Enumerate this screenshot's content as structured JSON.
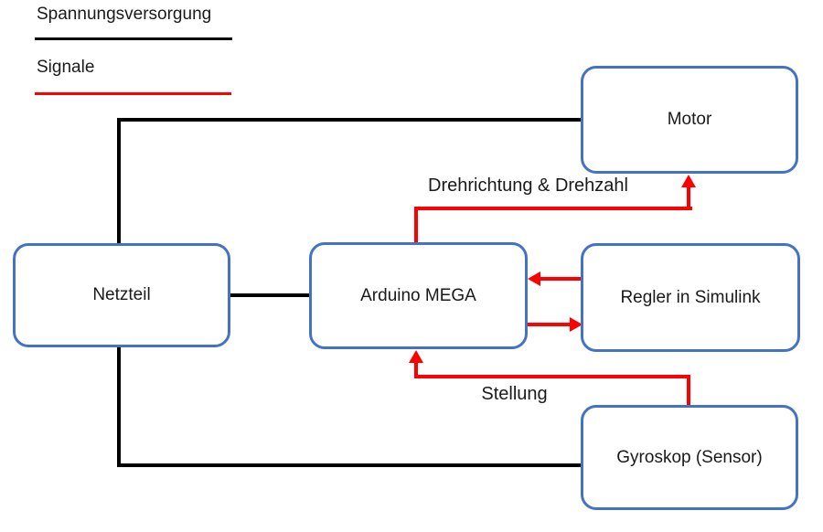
{
  "legend": {
    "items": [
      {
        "label": "Spannungsversorgung",
        "color": "#000000"
      },
      {
        "label": "Signale",
        "color": "#ff0000"
      }
    ]
  },
  "nodes": {
    "motor": {
      "label": "Motor"
    },
    "netzteil": {
      "label": "Netzteil"
    },
    "arduino": {
      "label": "Arduino MEGA"
    },
    "regler": {
      "label": "Regler in Simulink"
    },
    "gyroskop": {
      "label": "Gyroskop (Sensor)"
    }
  },
  "edges": [
    {
      "from": "Netzteil",
      "to": "Motor",
      "type": "Spannungsversorgung",
      "label": ""
    },
    {
      "from": "Netzteil",
      "to": "Arduino MEGA",
      "type": "Spannungsversorgung",
      "label": ""
    },
    {
      "from": "Netzteil",
      "to": "Gyroskop (Sensor)",
      "type": "Spannungsversorgung",
      "label": ""
    },
    {
      "from": "Arduino MEGA",
      "to": "Motor",
      "type": "Signale",
      "label": "Drehrichtung & Drehzahl"
    },
    {
      "from": "Regler in Simulink",
      "to": "Arduino MEGA",
      "type": "Signale",
      "label": ""
    },
    {
      "from": "Arduino MEGA",
      "to": "Regler in Simulink",
      "type": "Signale",
      "label": ""
    },
    {
      "from": "Gyroskop (Sensor)",
      "to": "Arduino MEGA",
      "type": "Signale",
      "label": "Stellung"
    }
  ],
  "colors": {
    "power_line": "#000000",
    "signal_line": "#ff0000",
    "box_border": "#4472c4",
    "box_fill": "#ffffff",
    "text": "#1a1a1a"
  }
}
